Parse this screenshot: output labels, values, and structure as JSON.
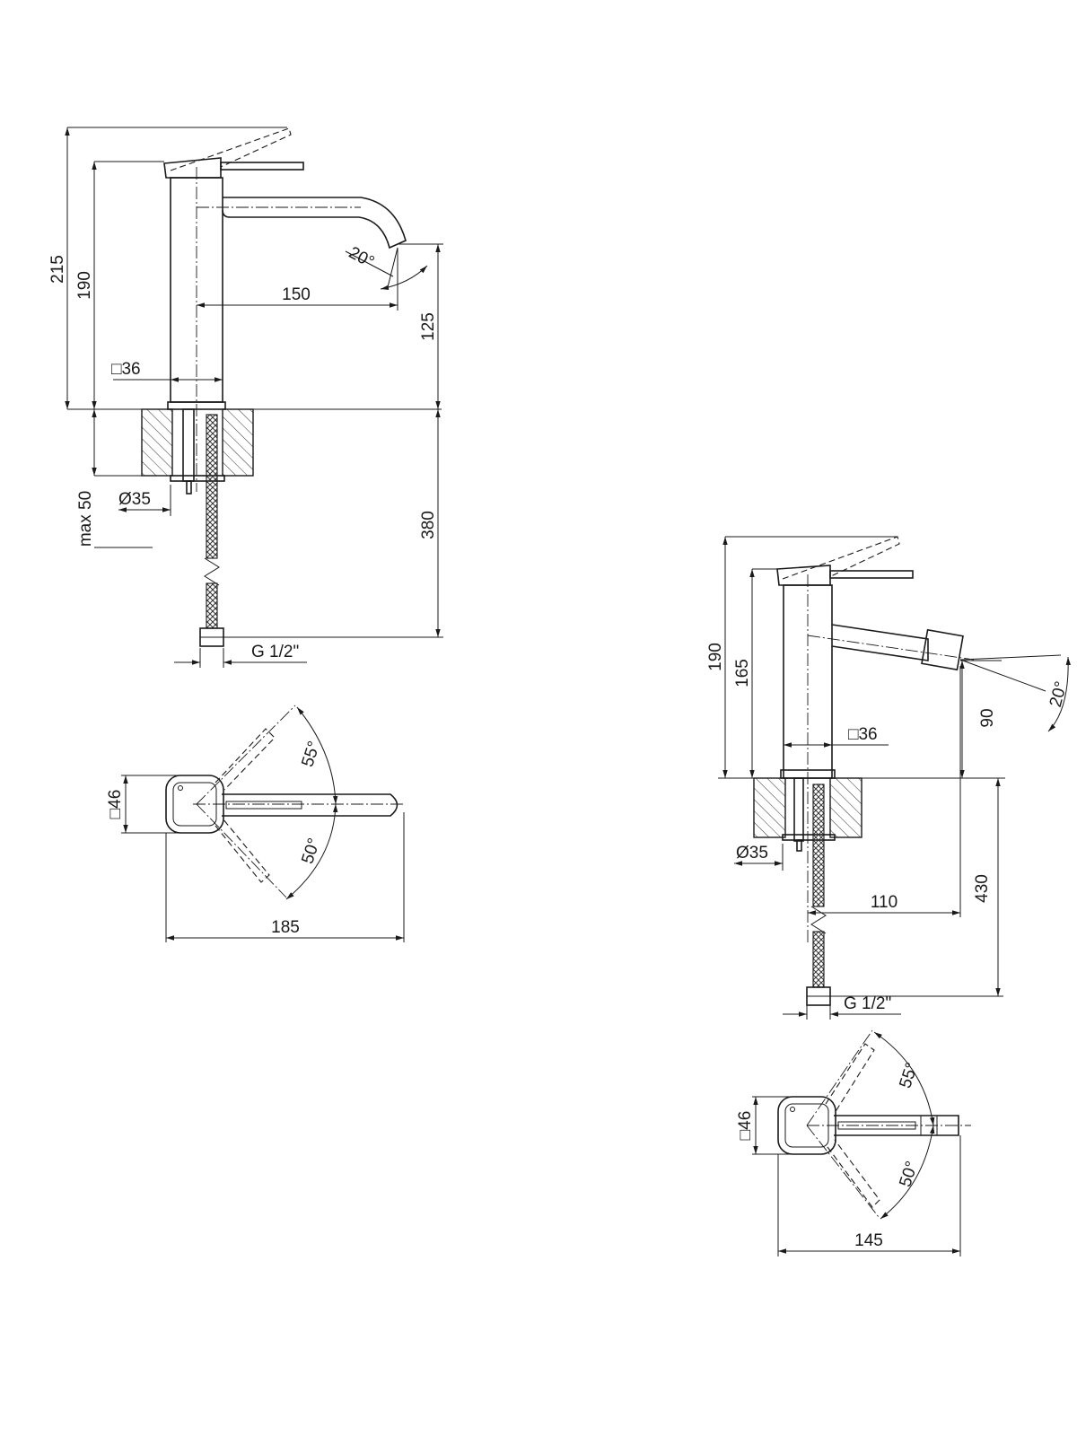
{
  "basin_mixer": {
    "side_view": {
      "height_total": "215",
      "height_body": "190",
      "spout_reach": "150",
      "spout_height": "125",
      "body_square": "□36",
      "spout_angle": "20°",
      "hole_diameter": "Ø35",
      "max_thickness": "max 50",
      "hose_length": "380",
      "connection": "G 1/2\""
    },
    "top_view": {
      "base_square": "□46",
      "angle_hot": "55°",
      "angle_cold": "50°",
      "length": "185"
    }
  },
  "bidet_mixer": {
    "side_view": {
      "height_total": "190",
      "height_body": "165",
      "aerator_height": "90",
      "body_square": "□36",
      "spout_angle": "20°",
      "hole_diameter": "Ø35",
      "spout_reach": "110",
      "hose_length": "430",
      "connection": "G 1/2\""
    },
    "top_view": {
      "base_square": "□46",
      "angle_hot": "55°",
      "angle_cold": "50°",
      "length": "145"
    }
  }
}
